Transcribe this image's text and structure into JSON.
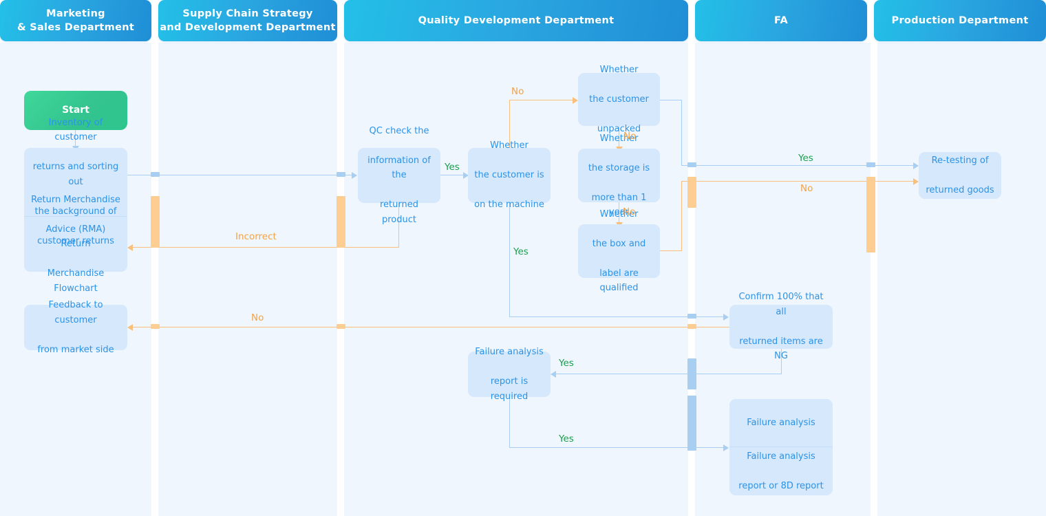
{
  "lanes": [
    {
      "id": "marketing",
      "title": "Marketing\n& Sales Department",
      "line1": "Marketing",
      "line2": "& Sales Department"
    },
    {
      "id": "supply-chain",
      "title": "Supply Chain Strategy and Development Department",
      "line1": "Supply Chain Strategy",
      "line2": "and Development Department"
    },
    {
      "id": "quality",
      "title": "Quality Development Department",
      "line1": "Quality Development Department",
      "line2": ""
    },
    {
      "id": "fa",
      "title": "FA",
      "line1": "FA",
      "line2": ""
    },
    {
      "id": "production",
      "title": "Production Department",
      "line1": "Production Department",
      "line2": ""
    }
  ],
  "nodes": {
    "start": "Start",
    "inventory_l1": "Inventory of customer",
    "inventory_l2": "returns and sorting out",
    "inventory_l3": "the background of",
    "inventory_l4": "customer returns",
    "rma_l1": "Return Merchandise",
    "rma_l2": "Advice (RMA) Return",
    "rma_l3": "Merchandise Flowchart",
    "feedback_l1": "Feedback to customer",
    "feedback_l2": "from market side",
    "qc_l1": "QC check the",
    "qc_l2": "information of the",
    "qc_l3": "returned product",
    "machine_l1": "Whether",
    "machine_l2": "the customer is",
    "machine_l3": "on the machine",
    "unpacked_l1": "Whether",
    "unpacked_l2": "the customer",
    "unpacked_l3": "unpacked",
    "storage_l1": "Whether",
    "storage_l2": "the storage is",
    "storage_l3": "more than 1 year",
    "boxlabel_l1": "Whether",
    "boxlabel_l2": "the box and",
    "boxlabel_l3": "label are qualified",
    "confirm_l1": "Confirm 100% that all",
    "confirm_l2": "returned items are NG",
    "far_l1": "Failure analysis",
    "far_l2": "report is required",
    "fa_l1": "Failure analysis",
    "fa_report_l1": "Failure analysis",
    "fa_report_l2": "report or 8D report",
    "retest_l1": "Re-testing of",
    "retest_l2": "returned goods"
  },
  "edge_labels": {
    "no_unpacked": "No",
    "no_storage": "No",
    "no_boxlabel": "No",
    "yes_qc": "Yes",
    "yes_machine": "Yes",
    "yes_retest": "Yes",
    "no_retest": "No",
    "incorrect": "Incorrect",
    "no_feedback": "No",
    "yes_far": "Yes",
    "yes_fa": "Yes"
  },
  "colors": {
    "lane_header_from": "#23c0e8",
    "lane_header_to": "#1f8ed6",
    "lane_bg": "#eff6fe",
    "node_bg": "#d6e8fc",
    "node_text": "#2a93e8",
    "start_from": "#3fd89a",
    "start_to": "#2ec58d",
    "connector_blue": "#a8cff2",
    "connector_orange": "#f9c07d",
    "yes_label": "#1a9e4b",
    "no_label": "#f5a243"
  }
}
